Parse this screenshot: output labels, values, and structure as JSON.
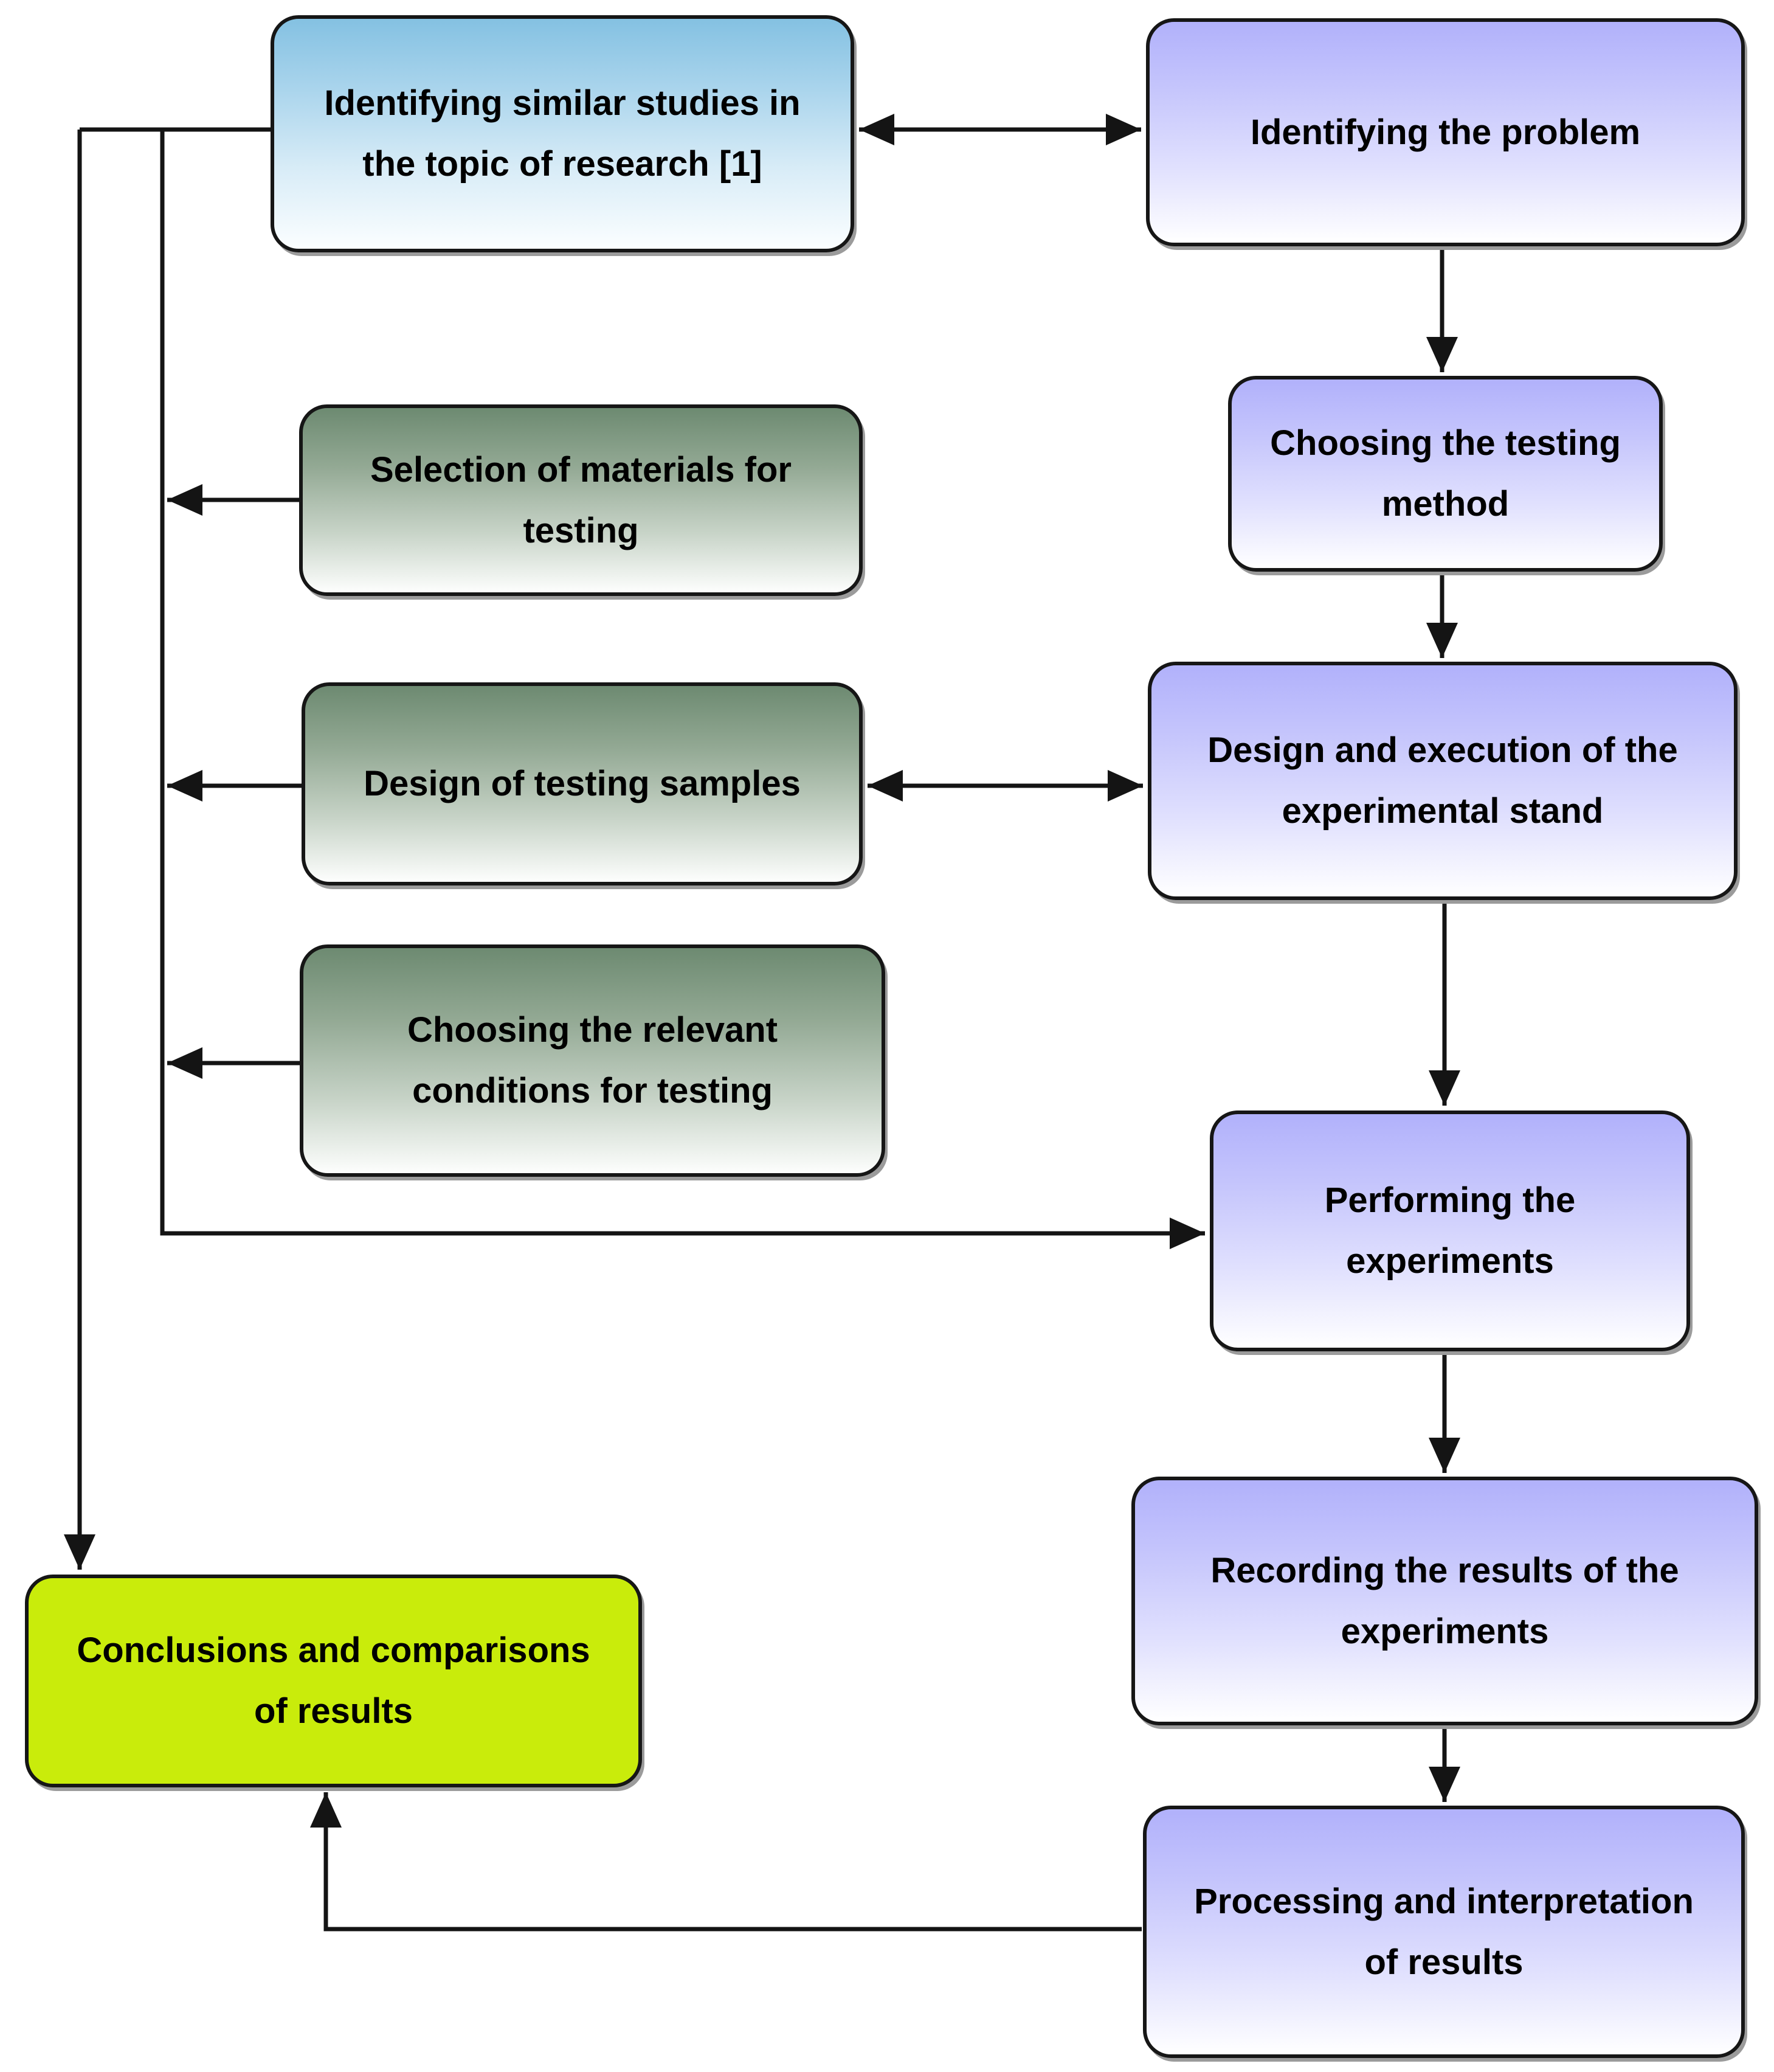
{
  "diagram": {
    "kind": "flowchart",
    "nodes": {
      "identify_similar": {
        "label": "Identifying similar studies in the topic of research [1]",
        "fill": "blue-gradient"
      },
      "identify_problem": {
        "label": "Identifying the problem",
        "fill": "lavender-gradient"
      },
      "choosing_method": {
        "label": "Choosing the testing method",
        "fill": "lavender-gradient"
      },
      "selection_materials": {
        "label": "Selection of materials for testing",
        "fill": "green-gradient"
      },
      "design_samples": {
        "label": "Design of testing samples",
        "fill": "green-gradient"
      },
      "design_stand": {
        "label": "Design and execution of the experimental stand",
        "fill": "lavender-gradient"
      },
      "choosing_conditions": {
        "label": "Choosing the relevant conditions for testing",
        "fill": "green-gradient"
      },
      "performing": {
        "label": "Performing the experiments",
        "fill": "lavender-gradient"
      },
      "recording": {
        "label": "Recording the results of the experiments",
        "fill": "lavender-gradient"
      },
      "processing": {
        "label": "Processing and interpretation of results",
        "fill": "lavender-gradient"
      },
      "conclusions": {
        "label": "Conclusions and comparisons of results",
        "fill": "chartreuse-solid"
      }
    },
    "edges": [
      {
        "from": "identify_similar",
        "to": "identify_problem",
        "style": "double-headed"
      },
      {
        "from": "identify_problem",
        "to": "choosing_method",
        "style": "arrow-down"
      },
      {
        "from": "choosing_method",
        "to": "design_stand",
        "style": "arrow-down"
      },
      {
        "from": "design_samples",
        "to": "design_stand",
        "style": "double-headed"
      },
      {
        "from": "design_stand",
        "to": "performing",
        "style": "arrow-down"
      },
      {
        "from": "selection_materials",
        "to": "collector-line",
        "style": "arrow-left"
      },
      {
        "from": "design_samples",
        "to": "collector-line",
        "style": "arrow-left"
      },
      {
        "from": "choosing_conditions",
        "to": "collector-line",
        "style": "arrow-left"
      },
      {
        "from": "collector-line",
        "to": "performing",
        "style": "arrow-right"
      },
      {
        "from": "identify_similar",
        "to": "conclusions",
        "style": "arrow-down-long-loop"
      },
      {
        "from": "performing",
        "to": "recording",
        "style": "arrow-down"
      },
      {
        "from": "recording",
        "to": "processing",
        "style": "arrow-down"
      },
      {
        "from": "processing",
        "to": "conclusions",
        "style": "arrow-up-return"
      }
    ],
    "colors": {
      "blue_top": "#84c1e2",
      "lavender_top": "#b1b1fb",
      "green_top": "#6d8a71",
      "chartreuse": "#c9ec0b",
      "line": "#141414",
      "text": "#000000",
      "background": "#ffffff"
    }
  }
}
